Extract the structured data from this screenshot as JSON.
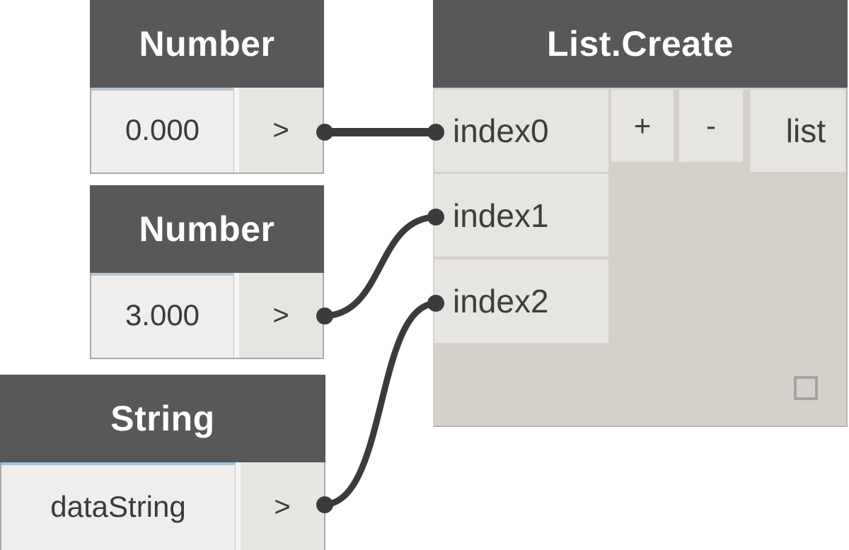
{
  "app": {
    "name": "visual-programming node canvas"
  },
  "colors": {
    "header_bg": "#58585a",
    "node_body_bg": "#d4d1cb",
    "port_bg": "#e7e5e1",
    "wire": "#3b3b3d",
    "focus_highlight": "#9cc3e4",
    "canvas_bg": "#ffffff"
  },
  "nodes": {
    "number1": {
      "title": "Number",
      "value": "0.000",
      "output_port": ">"
    },
    "number2": {
      "title": "Number",
      "value": "3.000",
      "output_port": ">"
    },
    "string1": {
      "title": "String",
      "value": "dataString",
      "output_port": ">"
    },
    "list_create": {
      "title": "List.Create",
      "input_ports": [
        "index0",
        "index1",
        "index2"
      ],
      "add_button": "+",
      "remove_button": "-",
      "output_port": "list"
    }
  }
}
